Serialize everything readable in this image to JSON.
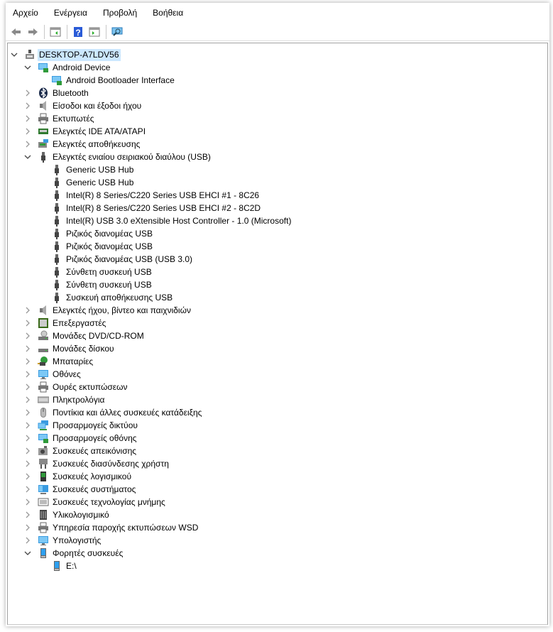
{
  "menu": [
    "Αρχείο",
    "Ενέργεια",
    "Προβολή",
    "Βοήθεια"
  ],
  "toolbar": [
    {
      "icon": "back-arrow-icon"
    },
    {
      "icon": "forward-arrow-icon"
    },
    {
      "sep": true
    },
    {
      "icon": "show-hide-console-tree-icon"
    },
    {
      "sep": true
    },
    {
      "icon": "help-icon"
    },
    {
      "icon": "action-pane-icon"
    },
    {
      "sep": true
    },
    {
      "icon": "scan-hardware-icon"
    }
  ],
  "tree": [
    {
      "level": 0,
      "expanded": true,
      "selected": true,
      "icon": "computer",
      "label": "DESKTOP-A7LDV56"
    },
    {
      "level": 1,
      "expanded": true,
      "icon": "android",
      "label": "Android Device"
    },
    {
      "level": 2,
      "icon": "android",
      "label": "Android Bootloader Interface"
    },
    {
      "level": 1,
      "expanded": false,
      "icon": "bluetooth",
      "label": "Bluetooth"
    },
    {
      "level": 1,
      "expanded": false,
      "icon": "audio",
      "label": "Είσοδοι και έξοδοι ήχου"
    },
    {
      "level": 1,
      "expanded": false,
      "icon": "printer",
      "label": "Εκτυπωτές"
    },
    {
      "level": 1,
      "expanded": false,
      "icon": "ide",
      "label": "Ελεγκτές IDE ATA/ATAPI"
    },
    {
      "level": 1,
      "expanded": false,
      "icon": "storage",
      "label": "Ελεγκτές αποθήκευσης"
    },
    {
      "level": 1,
      "expanded": true,
      "icon": "usb",
      "label": "Ελεγκτές ενιαίου σειριακού διαύλου (USB)"
    },
    {
      "level": 2,
      "icon": "usb",
      "label": "Generic USB Hub"
    },
    {
      "level": 2,
      "icon": "usb",
      "label": "Generic USB Hub"
    },
    {
      "level": 2,
      "icon": "usb",
      "label": "Intel(R) 8 Series/C220 Series USB EHCI #1 - 8C26"
    },
    {
      "level": 2,
      "icon": "usb",
      "label": "Intel(R) 8 Series/C220 Series USB EHCI #2 - 8C2D"
    },
    {
      "level": 2,
      "icon": "usb",
      "label": "Intel(R) USB 3.0 eXtensible Host Controller - 1.0 (Microsoft)"
    },
    {
      "level": 2,
      "icon": "usb",
      "label": "Ριζικός διανομέας USB"
    },
    {
      "level": 2,
      "icon": "usb",
      "label": "Ριζικός διανομέας USB"
    },
    {
      "level": 2,
      "icon": "usb",
      "label": "Ριζικός διανομέας USB (USB 3.0)"
    },
    {
      "level": 2,
      "icon": "usb",
      "label": "Σύνθετη συσκευή USB"
    },
    {
      "level": 2,
      "icon": "usb",
      "label": "Σύνθετη συσκευή USB"
    },
    {
      "level": 2,
      "icon": "usb",
      "label": "Συσκευή αποθήκευσης USB"
    },
    {
      "level": 1,
      "expanded": false,
      "icon": "audio",
      "label": "Ελεγκτές ήχου, βίντεο και παιχνιδιών"
    },
    {
      "level": 1,
      "expanded": false,
      "icon": "cpu",
      "label": "Επεξεργαστές"
    },
    {
      "level": 1,
      "expanded": false,
      "icon": "dvd",
      "label": "Μονάδες DVD/CD-ROM"
    },
    {
      "level": 1,
      "expanded": false,
      "icon": "disk",
      "label": "Μονάδες δίσκου"
    },
    {
      "level": 1,
      "expanded": false,
      "icon": "battery",
      "label": "Μπαταρίες"
    },
    {
      "level": 1,
      "expanded": false,
      "icon": "monitor",
      "label": "Οθόνες"
    },
    {
      "level": 1,
      "expanded": false,
      "icon": "printer",
      "label": "Ουρές εκτυπώσεων"
    },
    {
      "level": 1,
      "expanded": false,
      "icon": "keyboard",
      "label": "Πληκτρολόγια"
    },
    {
      "level": 1,
      "expanded": false,
      "icon": "mouse",
      "label": "Ποντίκια και άλλες συσκευές κατάδειξης"
    },
    {
      "level": 1,
      "expanded": false,
      "icon": "network",
      "label": "Προσαρμογείς δικτύου"
    },
    {
      "level": 1,
      "expanded": false,
      "icon": "display",
      "label": "Προσαρμογείς οθόνης"
    },
    {
      "level": 1,
      "expanded": false,
      "icon": "camera",
      "label": "Συσκευές απεικόνισης"
    },
    {
      "level": 1,
      "expanded": false,
      "icon": "hid",
      "label": "Συσκευές διασύνδεσης χρήστη"
    },
    {
      "level": 1,
      "expanded": false,
      "icon": "software",
      "label": "Συσκευές λογισμικού"
    },
    {
      "level": 1,
      "expanded": false,
      "icon": "system",
      "label": "Συσκευές συστήματος"
    },
    {
      "level": 1,
      "expanded": false,
      "icon": "memory",
      "label": "Συσκευές τεχνολογίας μνήμης"
    },
    {
      "level": 1,
      "expanded": false,
      "icon": "firmware",
      "label": "Υλικολογισμικό"
    },
    {
      "level": 1,
      "expanded": false,
      "icon": "printer",
      "label": "Υπηρεσία παροχής εκτυπώσεων WSD"
    },
    {
      "level": 1,
      "expanded": false,
      "icon": "monitor",
      "label": "Υπολογιστής"
    },
    {
      "level": 1,
      "expanded": true,
      "icon": "portable",
      "label": "Φορητές συσκευές"
    },
    {
      "level": 2,
      "icon": "portable",
      "label": "E:\\"
    }
  ]
}
